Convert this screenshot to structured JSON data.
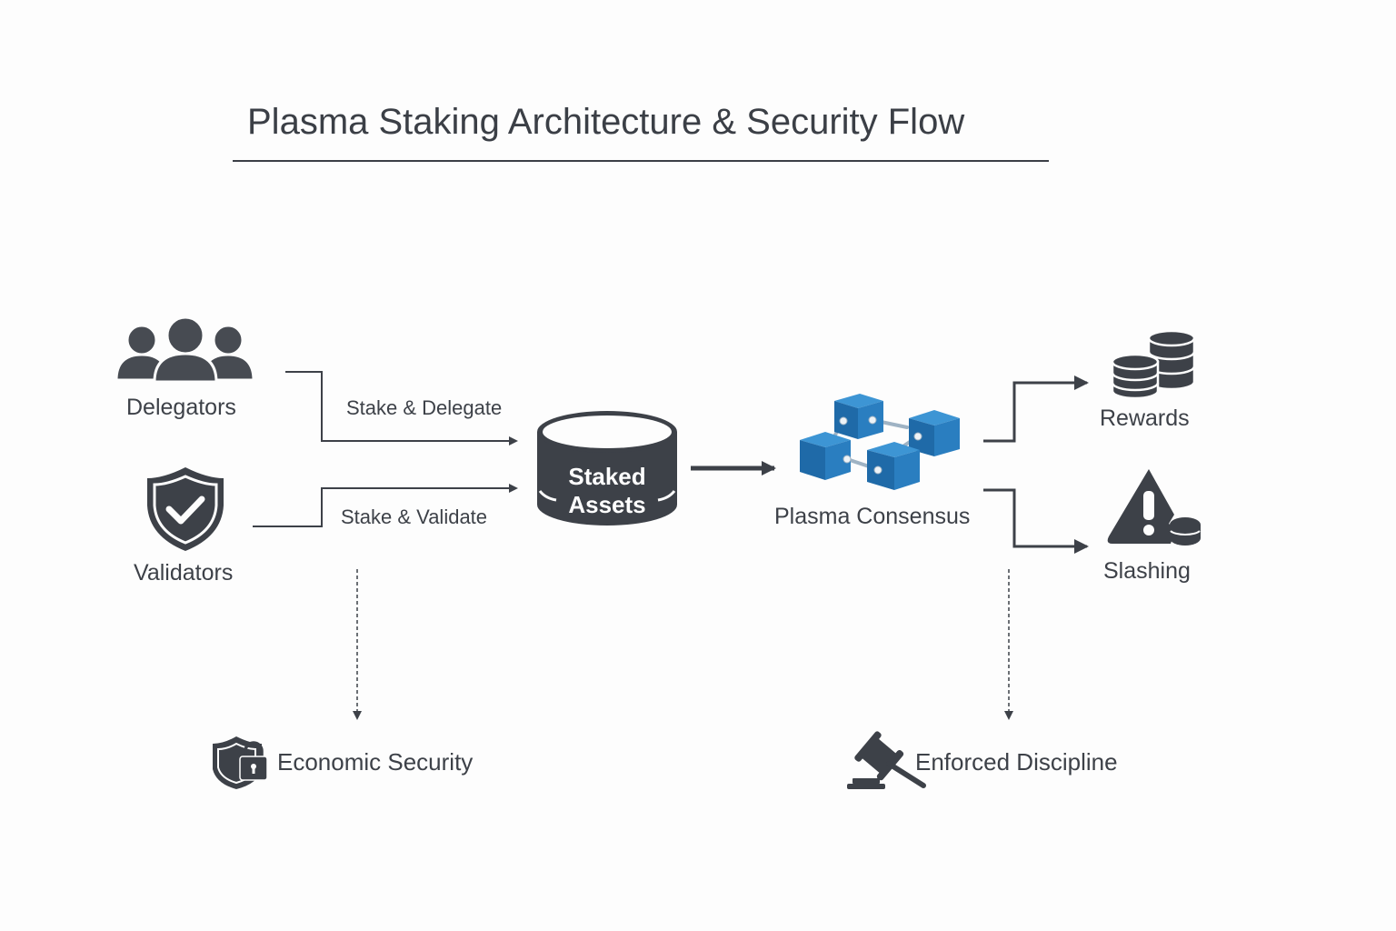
{
  "title": "Plasma Staking Architecture & Security Flow",
  "nodes": {
    "delegators": {
      "label": "Delegators",
      "icon": "users-group-icon"
    },
    "validators": {
      "label": "Validators",
      "icon": "shield-check-icon"
    },
    "staked_assets": {
      "line1": "Staked",
      "line2": "Assets",
      "icon": "database-cylinder-icon"
    },
    "plasma_consensus": {
      "label": "Plasma Consensus",
      "icon": "blockchain-cubes-icon"
    },
    "rewards": {
      "label": "Rewards",
      "icon": "coin-stacks-icon"
    },
    "slashing": {
      "label": "Slashing",
      "icon": "warning-broken-coin-icon"
    },
    "economic_security": {
      "label": "Economic Security",
      "icon": "shield-lock-icon"
    },
    "enforced_discipline": {
      "label": "Enforced Discipline",
      "icon": "gavel-icon"
    }
  },
  "edges": {
    "stake_delegate": "Stake & Delegate",
    "stake_validate": "Stake & Validate"
  },
  "colors": {
    "ink": "#3d4148",
    "accent_blue": "#2a78b8",
    "background": "#fdfdfd"
  }
}
